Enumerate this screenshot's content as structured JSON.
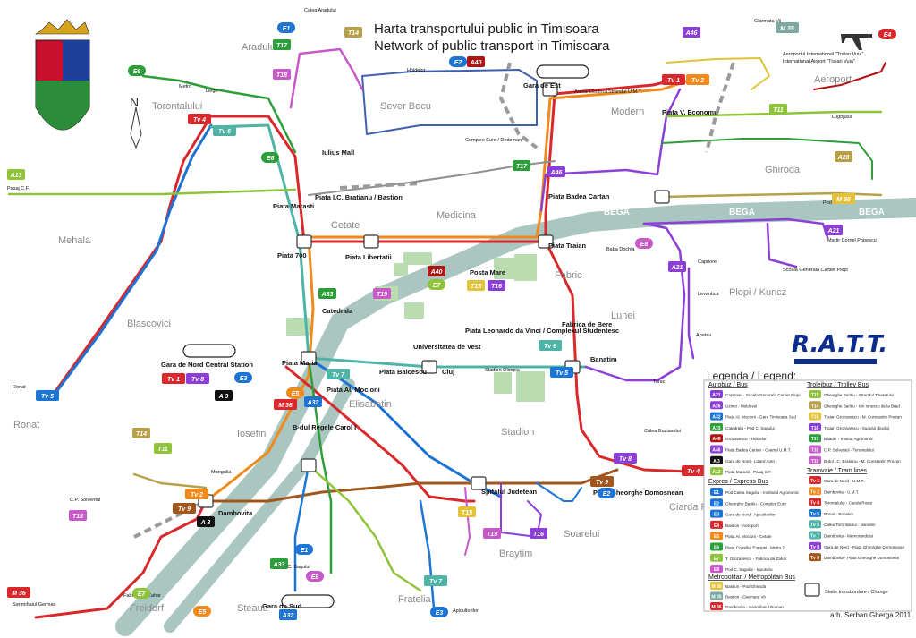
{
  "titles": {
    "ro": "Harta transportului public in Timisoara",
    "en": "Network of public transport in Timisoara"
  },
  "brand": "R.A.T.T.",
  "author": "arh. Serban Gherga 2011",
  "colors": {
    "water": "#a9c6c0",
    "park": "#b9dcb0",
    "tram_red": "#d9282b",
    "tram_orange": "#f08a1c",
    "bus_purple": "#8b3fd6",
    "bus_blue": "#1c74d4",
    "bus_green": "#2e9e3a",
    "bus_gray": "#8f8f8f",
    "trolley_lime": "#8fc43a",
    "trolley_olive": "#b8a04a",
    "trolley_pink": "#c75ac8",
    "trolley_teal": "#4fb3a6"
  },
  "districts": [
    "Aradului",
    "Torontalului",
    "Sever Bocu",
    "Modern",
    "Aeroport",
    "Ghiroda",
    "Mehala",
    "Medicina",
    "Cetate",
    "Fabric",
    "Lunei",
    "Plopi / Kuncz",
    "Blascovici",
    "Elisabetin",
    "Iosefin",
    "Ronat",
    "Stadion",
    "Ciarda Rosie",
    "Soarelui",
    "Braytim",
    "Freidorf",
    "Steaua",
    "Fratelia"
  ],
  "rivers": [
    "BEGA",
    "BEGA",
    "BEGA",
    "BEGA"
  ],
  "stations": [
    "Piata Marasti",
    "Piata I.C. Bratianu / Bastion",
    "Piata 700",
    "Piata Libertatii",
    "Piata Badea Cartan",
    "Piata Traian",
    "Piata Maria",
    "Piata Al. Mocioni",
    "Piata Balcescu",
    "Catedrala",
    "Cluj",
    "Fabrica de Bere",
    "Banatim",
    "Spitalul Judetean",
    "Piata Gheorghe Domosnean",
    "Gara de Nord Central Station",
    "Gara de Sud",
    "Gara de Est",
    "Piata V. Economu",
    "Iulius Mall",
    "B-dul Regele Carol I",
    "Dambovita",
    "Piata Leonardo da Vinci / Complexul Studentesc",
    "Universitatea de Vest",
    "Posta Mare",
    "Aeroportul International \"Traian Vuia\"",
    "International Airport \"Traian Vuia\"",
    "Pasaj C.F.",
    "Baba Dochia",
    "Martir Cornel Popescu",
    "Scoala Generala Cartier Plopi",
    "Pod Ghiroda",
    "Ronat",
    "C.P. Solventul",
    "Sanmihaiul German",
    "Apicultorilor",
    "Giarmata Vii",
    "Metro",
    "Liege",
    "Holdelor",
    "Strandul U.M.T.",
    "Arena Electrica",
    "Complex Euro / Dedeman",
    "Stadion Olimpia",
    "Pod C. Sagului",
    "Mangalia",
    "Lugojului",
    "Torac",
    "Capriorei",
    "Levantica",
    "Apateu",
    "Calea Aradului",
    "Calea Buziasului",
    "Fabrica de Zahar"
  ],
  "route_badges": [
    "E1",
    "T14",
    "T17",
    "T18",
    "E6",
    "Tv 4",
    "Tv 6",
    "E6",
    "A13",
    "E2",
    "A40",
    "A46",
    "M 35",
    "E4",
    "Tv 1",
    "Tv 2",
    "T11",
    "A28",
    "M 30",
    "T17",
    "A46",
    "E8",
    "A21",
    "A21",
    "E7",
    "A40",
    "T19",
    "T15",
    "T16",
    "A33",
    "Tv 6",
    "Tv 5",
    "Tv 1",
    "Tv 8",
    "E3",
    "A 3",
    "M 36",
    "E5",
    "Tv 7",
    "A32",
    "T14",
    "T11",
    "Tv 2",
    "Tv 9",
    "A 3",
    "T18",
    "Tv 8",
    "Tv 4",
    "Tv 9",
    "E2",
    "T15",
    "T19",
    "T16",
    "E1",
    "A33",
    "E8",
    "A32",
    "E7",
    "E5",
    "E3",
    "Tv 7",
    "M 36",
    "Tv 5"
  ],
  "legend": {
    "title": "Legenda / Legend:",
    "sections": {
      "bus": "Autobuz / Bus",
      "trolley": "Troleibuz / Trolley Bus",
      "express": "Expres / Express Bus",
      "tram": "Tramvaie / Tram lines",
      "metro": "Metropolitan / Metropolitan Bus"
    },
    "bus": [
      {
        "badge": "A21",
        "color": "#8b3fd6",
        "label": "Capriorei - Scoala Generala Cartier Plopi"
      },
      {
        "badge": "A26",
        "color": "#8b3fd6",
        "label": "Uzinei - Moldovei"
      },
      {
        "badge": "A32",
        "color": "#1c74d4",
        "label": "Piata Al. Mocioni - Gara Timisoara Sud"
      },
      {
        "badge": "A33",
        "color": "#2e9e3a",
        "label": "Catedrala - Pod C. Sagului"
      },
      {
        "badge": "A40",
        "color": "#b01515",
        "label": "Grozavescu - Holdelor"
      },
      {
        "badge": "A46",
        "color": "#8b3fd6",
        "label": "Piata Badea Cartan - Cvartal U.M.T."
      },
      {
        "badge": "A 3",
        "color": "#111111",
        "label": "Gara de Nord - Lizard Auto"
      },
      {
        "badge": "A13",
        "color": "#8fc43a",
        "label": "Piata Marasti - Pasaj C.F."
      }
    ],
    "trolley": [
      {
        "badge": "T11",
        "color": "#8fc43a",
        "label": "Gheorghe Baritiu - Strandul Tineretului"
      },
      {
        "badge": "T14",
        "color": "#b8a04a",
        "label": "Gheorghe Baritiu - Ion Ionescu de la Brad"
      },
      {
        "badge": "T15",
        "color": "#e3c23a",
        "label": "Traian Grozavescu - M. Constantin Prezan"
      },
      {
        "badge": "T16",
        "color": "#8b3fd6",
        "label": "Traian Grozavescu - Sudului (bucla)"
      },
      {
        "badge": "T17",
        "color": "#2e9e3a",
        "label": "Baader - Institut Agronomic"
      },
      {
        "badge": "T18",
        "color": "#c75ac8",
        "label": "C.P. Solventul - Torontalului"
      },
      {
        "badge": "T19",
        "color": "#c75ac8",
        "label": "B-dul I.C. Bratianu - M. Constantin Prezan"
      }
    ],
    "express": [
      {
        "badge": "E1",
        "color": "#1c74d4",
        "label": "Pod Calea Sagului - Institutul Agronomic"
      },
      {
        "badge": "E2",
        "color": "#1c74d4",
        "label": "Gheorghe Baritiu - Complex Euro"
      },
      {
        "badge": "E3",
        "color": "#1c74d4",
        "label": "Gara de Nord - Apicultorilor"
      },
      {
        "badge": "E4",
        "color": "#d9282b",
        "label": "Bastion - Aeroport"
      },
      {
        "badge": "E5",
        "color": "#f08a1c",
        "label": "Piata Al. Mocioni - Cetate"
      },
      {
        "badge": "E6",
        "color": "#2e9e3a",
        "label": "Piata Consiliul Europei - Metro 2"
      },
      {
        "badge": "E7",
        "color": "#8fc43a",
        "label": "T. Grozavescu - Fabrica de Zahar"
      },
      {
        "badge": "E8",
        "color": "#c75ac8",
        "label": "Pod C. Sagului - Ieputuriu"
      }
    ],
    "tram": [
      {
        "badge": "Tv 1",
        "color": "#d9282b",
        "label": "Gara de Nord - U.M.T."
      },
      {
        "badge": "Tv 2",
        "color": "#f08a1c",
        "label": "Dambovita - U.M.T."
      },
      {
        "badge": "Tv 4",
        "color": "#d9282b",
        "label": "Torontalului - Ciarda Rosie"
      },
      {
        "badge": "Tv 5",
        "color": "#1c74d4",
        "label": "Ronat - Banatim"
      },
      {
        "badge": "Tv 6",
        "color": "#4fb3a6",
        "label": "Calea Torontalului - Banatim"
      },
      {
        "badge": "Tv 7",
        "color": "#4fb3a6",
        "label": "Dambovita - Memorandului"
      },
      {
        "badge": "Tv 8",
        "color": "#8b3fd6",
        "label": "Gara de Nord - Piata Gheorghe Domosnean"
      },
      {
        "badge": "Tv 9",
        "color": "#a0561c",
        "label": "Dambovita - Piata Gheorghe Domosnean"
      }
    ],
    "metro": [
      {
        "badge": "M 30",
        "color": "#e3c23a",
        "label": "Bastion - Pod Ghiroda"
      },
      {
        "badge": "M 35",
        "color": "#7ba8a0",
        "label": "Bastion - Giarmata Vii"
      },
      {
        "badge": "M 36",
        "color": "#d9282b",
        "label": "Dambovita - Sanmihaiul Roman"
      }
    ],
    "change": "Statie transbordare / Change"
  }
}
